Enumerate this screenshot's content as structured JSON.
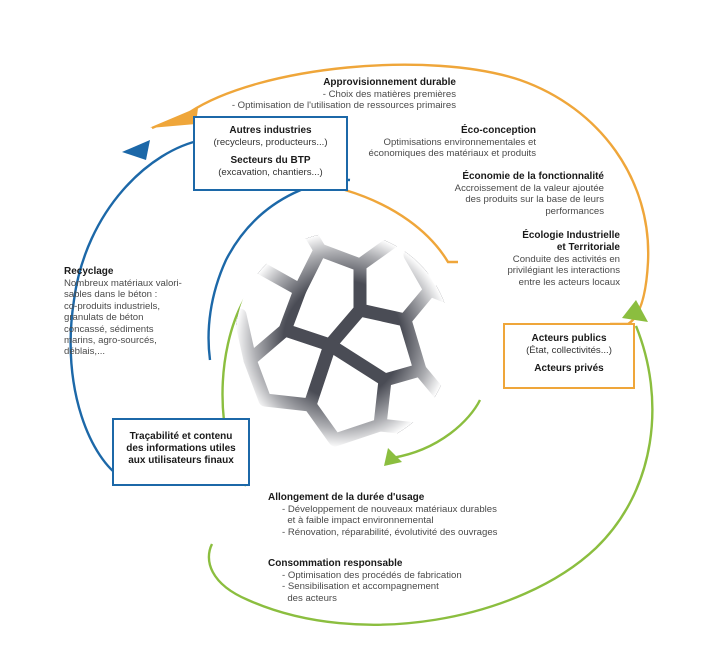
{
  "colors": {
    "orange": "#efa63a",
    "blue": "#1c68a8",
    "green": "#8bbe3f",
    "texture": "#4a4c55"
  },
  "approvisionnement": {
    "title": "Approvisionnement durable",
    "lines": [
      "- Choix des matières premières",
      "- Optimisation de l'utilisation de ressources primaires"
    ]
  },
  "eco_conception": {
    "title": "Éco-conception",
    "lines": [
      "Optimisations environnementales et",
      "économiques des matériaux et produits"
    ]
  },
  "economie_fonctionnalite": {
    "title": "Économie de la fonctionnalité",
    "lines": [
      "Accroissement de la valeur ajoutée",
      "des produits sur la base de leurs",
      "performances"
    ]
  },
  "ecologie_industrielle": {
    "title_lines": [
      "Écologie Industrielle",
      "et Territoriale"
    ],
    "lines": [
      "Conduite des activités en",
      "privilégiant les interactions",
      "entre les acteurs locaux"
    ]
  },
  "acteurs_box": {
    "title1": "Acteurs publics",
    "sub1": "(État, collectivités...)",
    "title2": "Acteurs privés"
  },
  "industries_box": {
    "title1": "Autres industries",
    "sub1": "(recycleurs, producteurs...)",
    "title2": "Secteurs du BTP",
    "sub2": "(excavation, chantiers...)"
  },
  "recyclage": {
    "title": "Recyclage",
    "lines": [
      "Nombreux matériaux valori-",
      "sables dans le béton :",
      "co-produits industriels,",
      "granulats de béton",
      "concassé, sédiments",
      "marins, agro-sourcés,",
      "déblais,..."
    ]
  },
  "tracabilite_box": {
    "lines": [
      "Traçabilité et contenu",
      "des informations utiles",
      "aux utilisateurs finaux"
    ]
  },
  "allongement": {
    "title": "Allongement de la durée d'usage",
    "lines": [
      "- Développement de nouveaux matériaux durables",
      "  et à faible impact environnemental",
      "- Rénovation, réparabilité, évolutivité des ouvrages"
    ]
  },
  "consommation": {
    "title": "Consommation responsable",
    "lines": [
      "- Optimisation des procédés de fabrication",
      "- Sensibilisation et accompagnement",
      "  des acteurs"
    ]
  }
}
